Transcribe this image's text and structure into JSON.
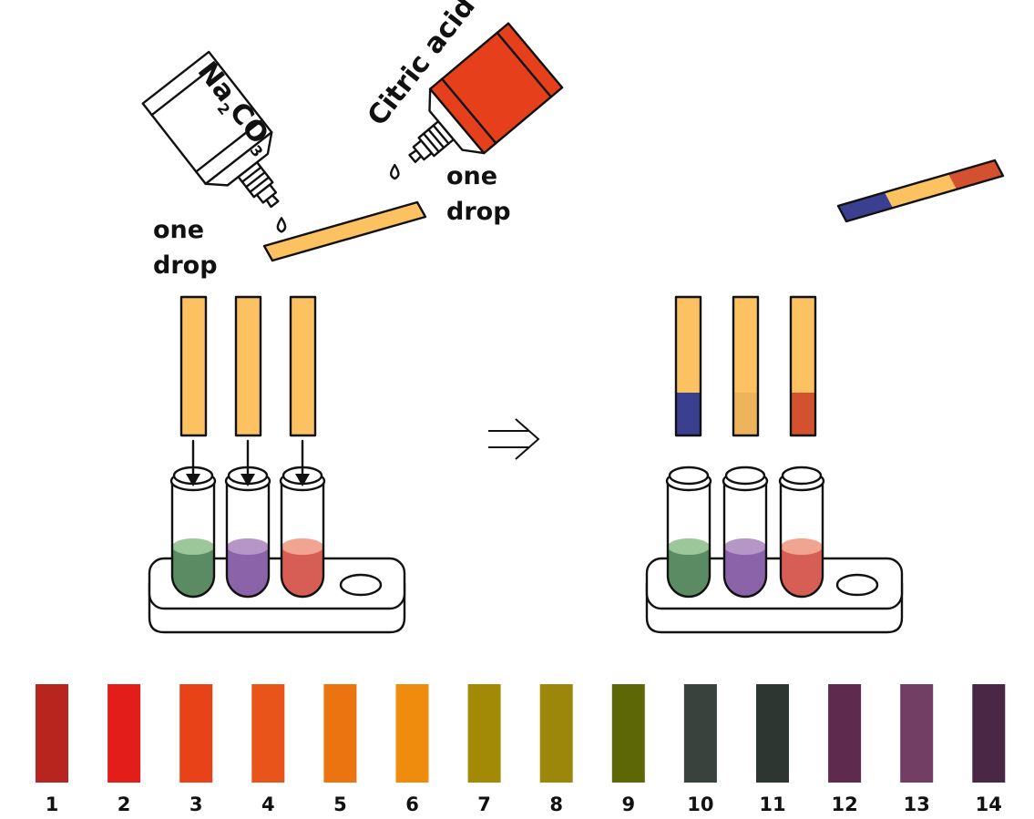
{
  "reagents": {
    "left": {
      "name_main": "Na",
      "sub1": "2",
      "name_mid": "CO",
      "sub2": "3",
      "instruction": [
        "one",
        "drop"
      ]
    },
    "right": {
      "name": "Citric acid",
      "instruction": [
        "one",
        "drop"
      ]
    }
  },
  "colors": {
    "strip_yellow": "#FCC160",
    "strip_outline": "#111111",
    "blue": "#3A3F90",
    "orange_result": "#EDB45B",
    "red_result": "#D4512F",
    "citric_bottle": "#E53F1B",
    "liquid_green": "#5A8B62",
    "liquid_green_top": "#9CC79A",
    "liquid_purple": "#8A63A8",
    "liquid_purple_top": "#B596C6",
    "liquid_red": "#D75E54",
    "liquid_red_top": "#F2A493"
  },
  "result_strips": [
    "blue",
    "orange_result",
    "red_result"
  ],
  "ph_scale": {
    "labels": [
      "1",
      "2",
      "3",
      "4",
      "5",
      "6",
      "7",
      "8",
      "9",
      "10",
      "11",
      "12",
      "13",
      "14"
    ],
    "colors": [
      "#B8251E",
      "#E31D1A",
      "#E74218",
      "#E8541A",
      "#EC7410",
      "#EF8C0D",
      "#A28A07",
      "#9C870B",
      "#5E6705",
      "#39423D",
      "#2D3630",
      "#5E2B4E",
      "#723E63",
      "#4A2744"
    ]
  }
}
